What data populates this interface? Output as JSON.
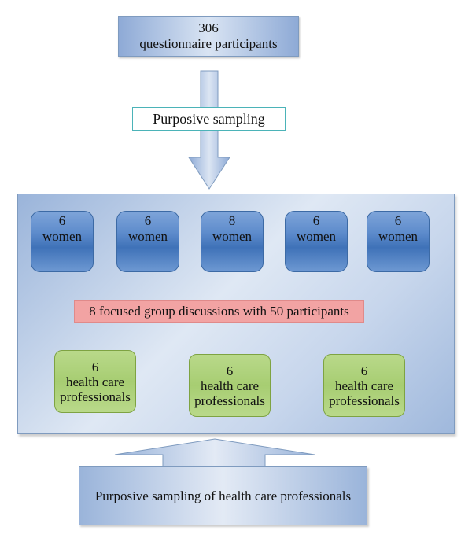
{
  "top_box": {
    "count": "306",
    "label": "questionnaire participants"
  },
  "sampling_box": {
    "label": "Purposive sampling"
  },
  "women_groups": [
    {
      "count": "6",
      "label": "women"
    },
    {
      "count": "6",
      "label": "women"
    },
    {
      "count": "8",
      "label": "women"
    },
    {
      "count": "6",
      "label": "women"
    },
    {
      "count": "6",
      "label": "women"
    }
  ],
  "summary_label": "8 focused group discussions with 50 participants",
  "professional_groups": [
    {
      "count": "6",
      "label_line1": "health care",
      "label_line2": "professionals"
    },
    {
      "count": "6",
      "label_line1": "health care",
      "label_line2": "professionals"
    },
    {
      "count": "6",
      "label_line1": "health care",
      "label_line2": "professionals"
    }
  ],
  "bottom_box": {
    "label": "Purposive sampling of health care professionals"
  },
  "colors": {
    "blue_box": "#8eaad6",
    "women_box": "#4f80c2",
    "summary_box": "#f2a3a3",
    "professional_box": "#a7cd72",
    "sampling_border": "#4bb3b8"
  }
}
